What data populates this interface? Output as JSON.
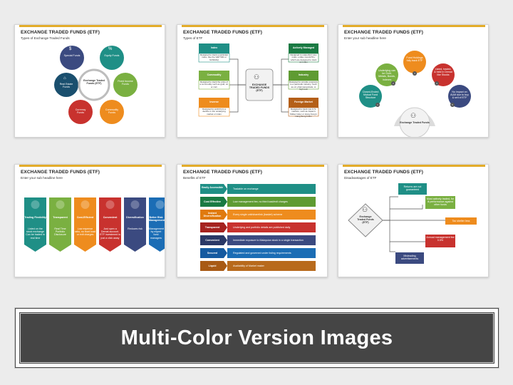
{
  "colors": {
    "accent": "#e3ac2a",
    "banner_bg": "#454545",
    "teal": "#1f8f86",
    "green": "#7ab041",
    "orange": "#ee8c1e",
    "red": "#c8322e",
    "purple": "#3b4a80",
    "blue": "#1b6db5",
    "dark_green": "#1a7a43"
  },
  "slides": [
    {
      "title": "EXCHANGE TRADED FUNDS (ETF)",
      "subtitle": "Types of Exchange Traded Funds",
      "center": "Exchange Traded Funds (ETF)",
      "petals": [
        "Special Funds",
        "Equity Funds",
        "Fixed Income Funds",
        "Commodity Funds",
        "Currency Funds",
        "Real Estate Funds"
      ]
    },
    {
      "title": "EXCHANGE TRADED FUNDS (ETF)",
      "subtitle": "Types of ETF",
      "center": "EXCHANGE TRADED FUNDS (ETF)",
      "left": [
        {
          "h": "Index",
          "b": "Designed to track a particular index, like the S&P 500 or NASDAQ"
        },
        {
          "h": "Commodity",
          "b": "Designed to track the price of a commodity such as gold, oil, or corn"
        },
        {
          "h": "Inverse",
          "b": "Designed to profit from a decline in the underlying market or index"
        }
      ],
      "right": [
        {
          "h": "Actively Managed",
          "b": "Designed to outperform any index, unlike most ETFs, which are designed to track an index"
        },
        {
          "h": "Industry",
          "b": "Designed to provide exposure to a particular industry, Such as oil, pharmaceuticals, or high tech"
        },
        {
          "h": "Foreign Market",
          "b": "Designed to track non-U.S. markets, such as Japan's Nikkei Index or Hong Kong's Hang Seng Index"
        }
      ]
    },
    {
      "title": "EXCHANGE TRADED FUNDS (ETF)",
      "subtitle": "Enter your sub headline here",
      "center": "Exchange Traded Funds",
      "items": [
        {
          "n": "1",
          "t": "Closed-Ended Mutual Fund Structure"
        },
        {
          "n": "2",
          "t": "Underlying can be Gold, Metals, Bonds, Indexes"
        },
        {
          "n": "3",
          "t": "Fund Holdings fully back ETF"
        },
        {
          "n": "4",
          "t": "Listed, traded, & held in Demat like Stocks"
        },
        {
          "n": "5",
          "t": "No impact on AUM due to buy & sell of ETF"
        }
      ]
    },
    {
      "title": "EXCHANGE TRADED FUNDS (ETF)",
      "subtitle": "Enter your sub headline here",
      "cols": [
        {
          "h": "Trading Flexibility",
          "b": "Listed on the stock exchange Can be traded in real time"
        },
        {
          "h": "Transparent",
          "b": "Real Time Portfolio Disclosure"
        },
        {
          "h": "Cost-Efficient",
          "b": "Low expense ratio, no front load or exit charges"
        },
        {
          "h": "Convenient",
          "b": "Just open a Demat account. ETF investment is just a click away"
        },
        {
          "h": "Diversification",
          "b": "Reduces risk"
        },
        {
          "h": "Better Risk Management",
          "b": "Management by expert fund managers"
        }
      ]
    },
    {
      "title": "EXCHANGE TRADED FUNDS (ETF)",
      "subtitle": "Benefits of ETF",
      "rows": [
        {
          "h": "Easily Accessible",
          "b": "Tradable on exchange"
        },
        {
          "h": "Cost Effective",
          "b": "Low management fee, no third load/exit charges"
        },
        {
          "h": "Instant Diversification",
          "b": "Every single unit/sharelink (basket) scheme"
        },
        {
          "h": "Transparent",
          "b": "Underlying and portfolio details are published daily"
        },
        {
          "h": "Convenient",
          "b": "Immediate exposure to Malaysian stock in a single transaction"
        },
        {
          "h": "Secured",
          "b": "Regulated and governed under listing requirements"
        },
        {
          "h": "Liquid",
          "b": "Availability of Market maker"
        }
      ]
    },
    {
      "title": "EXCHANGE TRADED FUNDS (ETF)",
      "subtitle": "Disadvantages of ETF",
      "center": "Exchange Traded Funds (ETF)",
      "items": [
        "Returns are not guaranteed",
        "Most actively traded, for ill performance against other funds",
        "Tax shelter less",
        "Annual management fee 0.5%",
        "Misleading advertisements"
      ]
    }
  ],
  "banner": "Multi-Color Version Images"
}
